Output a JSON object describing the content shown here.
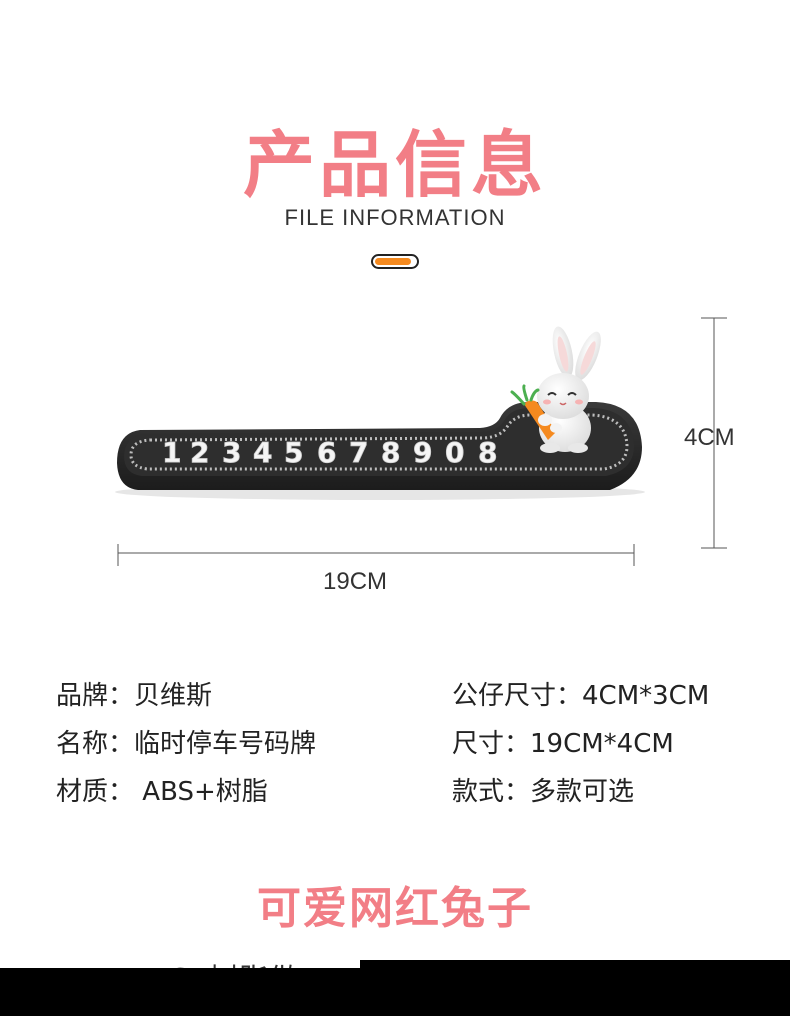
{
  "header": {
    "title_cn": "产品信息",
    "title_en": "FILE INFORMATION"
  },
  "colors": {
    "accent_pink": "#f27e86",
    "accent_orange": "#f58a1f",
    "plate_black": "#2a2a2a"
  },
  "product_image": {
    "plate_numbers": [
      "1",
      "2",
      "3",
      "4",
      "5",
      "6",
      "7",
      "8",
      "9",
      "0",
      "8"
    ],
    "width_label": "19CM",
    "height_label": "4CM"
  },
  "specs": {
    "brand_label": "品牌：",
    "brand_value": "贝维斯",
    "name_label": "名称：",
    "name_value": "临时停车号码牌",
    "material_label": "材质：",
    "material_value": " ABS+树脂",
    "doll_size_label": "公仔尺寸：",
    "doll_size_value": "4CM*3CM",
    "size_label": "尺寸：",
    "size_value": "19CM*4CM",
    "style_label": "款式：",
    "style_value": "多款可选"
  },
  "section2": {
    "title": "可爱网红兔子",
    "cut_text": "ABS  树脂做工"
  }
}
